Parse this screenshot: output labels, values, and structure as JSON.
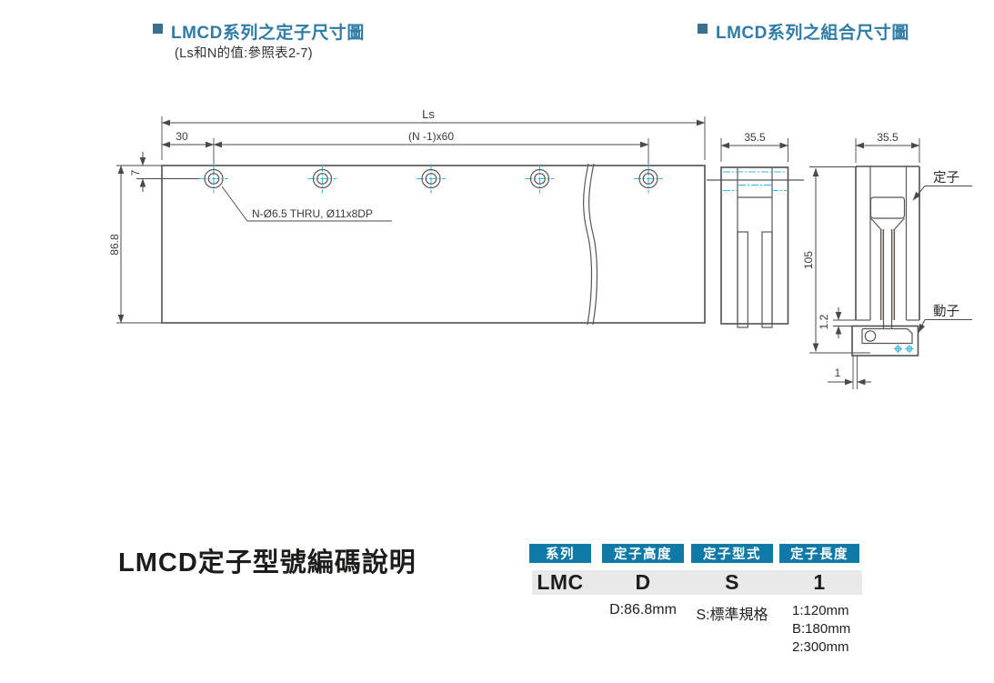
{
  "headers": {
    "left": {
      "title": "LMCD系列之定子尺寸圖",
      "subtitle": "(Ls和N的值:參照表2-7)"
    },
    "right": {
      "title": "LMCD系列之組合尺寸圖"
    }
  },
  "colors": {
    "title_teal": "#2e7ca6",
    "badge_bg": "#0f79a8",
    "line_dark": "#52504e",
    "centerline_cyan": "#35b4e5",
    "value_band_bg": "#e9e9e9"
  },
  "drawing": {
    "stator_view": {
      "dim_total_length": "Ls",
      "dim_hole_pitch": "(N -1)x60",
      "dim_edge_offset": "30",
      "dim_hole_top_offset": "7",
      "dim_height": "86.8",
      "hole_note": "N-Ø6.5 THRU, Ø11x8DP"
    },
    "section_view": {
      "dim_width": "35.5"
    },
    "assembly_view": {
      "dim_width": "35.5",
      "dim_height": "105",
      "dim_gap": "1.2",
      "dim_offset": "1",
      "stator_label": "定子",
      "mover_label": "動子"
    }
  },
  "model_code": {
    "title": "LMCD定子型號編碼說明",
    "columns": [
      {
        "header": "系列",
        "value": "LMC",
        "note1": "",
        "note2": "",
        "note3": ""
      },
      {
        "header": "定子高度",
        "value": "D",
        "note1": "D:86.8mm",
        "note2": "",
        "note3": ""
      },
      {
        "header": "定子型式",
        "value": "S",
        "note1": "S:標準規格",
        "note2": "",
        "note3": ""
      },
      {
        "header": "定子長度",
        "value": "1",
        "note1": "1:120mm",
        "note2": "B:180mm",
        "note3": "2:300mm"
      }
    ]
  }
}
